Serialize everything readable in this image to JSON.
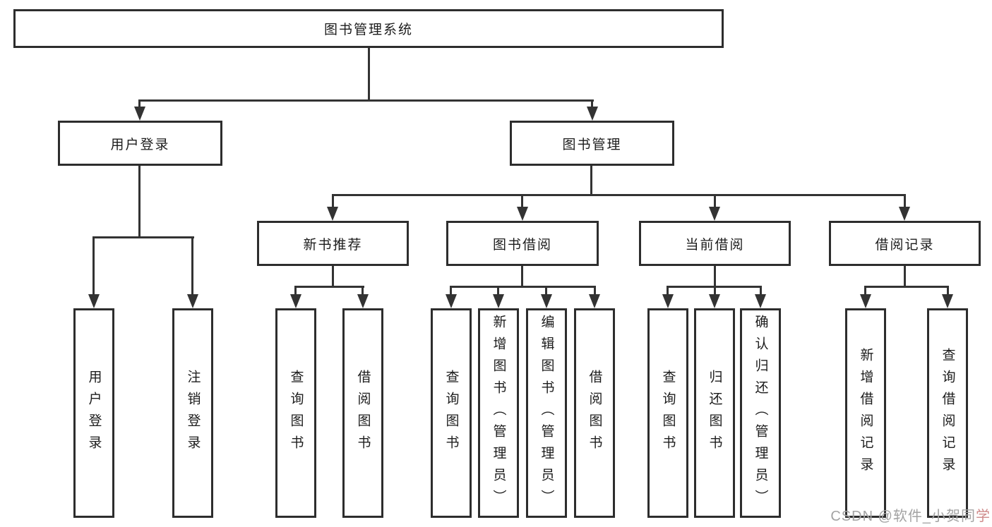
{
  "tree": {
    "label": "图书管理系统",
    "children": [
      {
        "label": "用户登录",
        "children": [
          {
            "label": "用户登录"
          },
          {
            "label": "注销登录"
          }
        ]
      },
      {
        "label": "图书管理",
        "children": [
          {
            "label": "新书推荐",
            "children": [
              {
                "label": "查询图书"
              },
              {
                "label": "借阅图书"
              }
            ]
          },
          {
            "label": "图书借阅",
            "children": [
              {
                "label": "查询图书"
              },
              {
                "label": "新增图书（管理员）"
              },
              {
                "label": "编辑图书（管理员）"
              },
              {
                "label": "借阅图书"
              }
            ]
          },
          {
            "label": "当前借阅",
            "children": [
              {
                "label": "查询图书"
              },
              {
                "label": "归还图书"
              },
              {
                "label": "确认归还（管理员）"
              }
            ]
          },
          {
            "label": "借阅记录",
            "children": [
              {
                "label": "新增借阅记录"
              },
              {
                "label": "查询借阅记录"
              }
            ]
          }
        ]
      }
    ]
  },
  "watermark": {
    "main": "CSDN @软件_小贺同",
    "accent": "学"
  },
  "colors": {
    "line": "#333333",
    "border": "#2d2d2d",
    "text": "#1c1c1c",
    "background": "#ffffff",
    "watermark": "#a3a3a3",
    "watermark_accent": "#cf8b8b"
  }
}
